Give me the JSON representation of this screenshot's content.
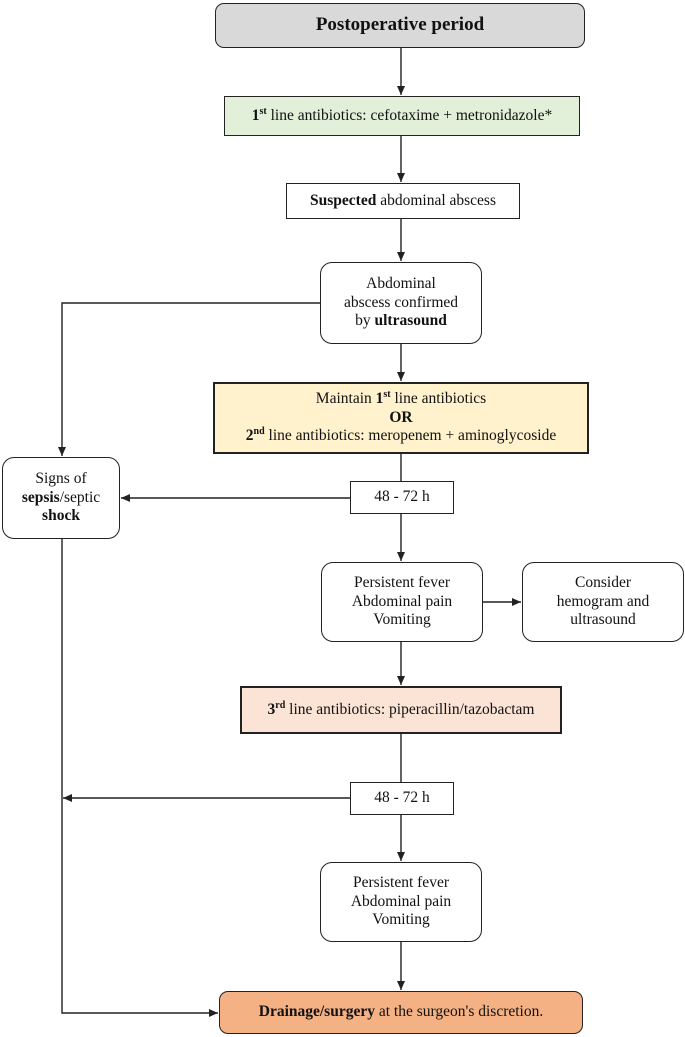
{
  "nodes": {
    "postop": {
      "title": "Postoperative period"
    },
    "first_line": {
      "num": "1",
      "sup": "st",
      "rest": " line antibiotics: cefotaxime + metronidazole*"
    },
    "suspected": {
      "bold": "Suspected",
      "rest": " abdominal abscess"
    },
    "confirmed": {
      "line1": "Abdominal",
      "line2": "abscess confirmed",
      "line3_pre": "by ",
      "line3_bold": "ultrasound"
    },
    "maintain": {
      "line1_pre": "Maintain ",
      "line1_num": "1",
      "line1_sup": "st",
      "line1_post": " line antibiotics",
      "or": "OR",
      "line3_num": "2",
      "line3_sup": "nd",
      "line3_post": " line antibiotics: meropenem + aminoglycoside"
    },
    "sepsis": {
      "line1": "Signs of",
      "line2_bold": "sepsis",
      "line2_rest": "/septic",
      "line3_bold": "shock"
    },
    "wait1": {
      "label": "48 - 72 h"
    },
    "persistent1": {
      "line1": "Persistent fever",
      "line2": "Abdominal pain",
      "line3": "Vomiting"
    },
    "consider": {
      "line1": "Consider",
      "line2": "hemogram and",
      "line3": "ultrasound"
    },
    "third_line": {
      "num": "3",
      "sup": "rd",
      "rest": " line antibiotics: piperacillin/tazobactam"
    },
    "wait2": {
      "label": "48 - 72 h"
    },
    "persistent2": {
      "line1": "Persistent fever",
      "line2": "Abdominal pain",
      "line3": "Vomiting"
    },
    "drainage": {
      "bold": "Drainage/surgery",
      "rest": " at the surgeon's discretion."
    }
  },
  "colors": {
    "postop_fill": "#d9d9d9",
    "first_line_fill": "#e2efd9",
    "maintain_fill": "#fff2cc",
    "third_line_fill": "#fbe4d5",
    "drainage_fill": "#f4b183",
    "stroke": "#222222"
  }
}
